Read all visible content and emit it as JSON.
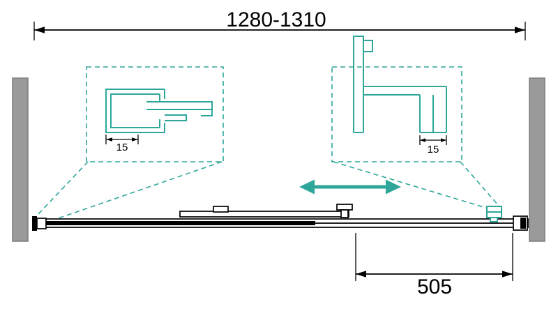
{
  "dimensions": {
    "overall_width": "1280-1310",
    "door_width": "505",
    "left_profile_depth": "15",
    "right_profile_depth": "15"
  },
  "icons": {
    "slide_direction": "double-headed-horizontal-arrow",
    "dimension_arrows": "outward-pointing-arrowheads"
  },
  "colors": {
    "accent-teal": "#2ea79a",
    "wall-gray": "#9a9a9a",
    "line-black": "#000000",
    "background": "#ffffff"
  }
}
